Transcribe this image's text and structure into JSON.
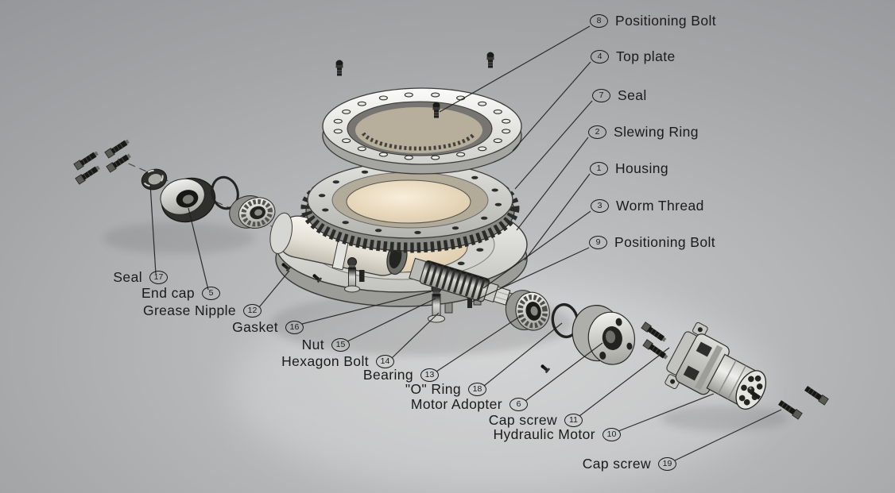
{
  "diagram": {
    "name": "Slewing drive exploded-view diagram"
  },
  "labels": {
    "right": [
      {
        "num": "8",
        "text": "Positioning Bolt"
      },
      {
        "num": "4",
        "text": "Top plate"
      },
      {
        "num": "7",
        "text": "Seal"
      },
      {
        "num": "2",
        "text": "Slewing Ring"
      },
      {
        "num": "1",
        "text": "Housing"
      },
      {
        "num": "3",
        "text": "Worm Thread"
      },
      {
        "num": "9",
        "text": "Positioning Bolt"
      }
    ],
    "left": [
      {
        "num": "17",
        "text": "Seal"
      },
      {
        "num": "5",
        "text": "End cap"
      },
      {
        "num": "12",
        "text": "Grease Nipple"
      },
      {
        "num": "16",
        "text": "Gasket"
      },
      {
        "num": "15",
        "text": "Nut"
      },
      {
        "num": "14",
        "text": "Hexagon Bolt"
      },
      {
        "num": "13",
        "text": "Bearing"
      },
      {
        "num": "18",
        "text": "\"O\" Ring"
      },
      {
        "num": "6",
        "text": "Motor Adopter"
      },
      {
        "num": "11",
        "text": "Cap screw"
      },
      {
        "num": "10",
        "text": "Hydraulic Motor"
      },
      {
        "num": "19",
        "text": "Cap screw"
      }
    ]
  },
  "colors": {
    "background_light": "#c9cacb",
    "background_dark": "#96979a",
    "leader_line": "#1e1e1c",
    "text": "#1b1b1b",
    "bronze_bore": "#e9d9ba"
  }
}
